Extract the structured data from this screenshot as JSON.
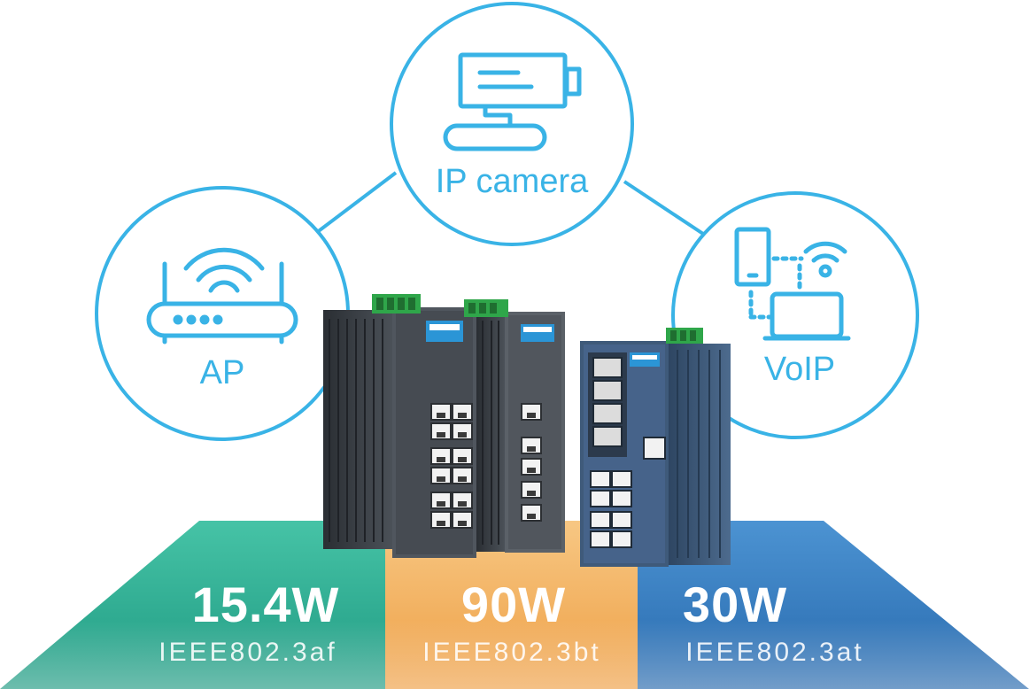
{
  "nodes": {
    "ap": {
      "label": "AP",
      "icon": "wifi-router-icon"
    },
    "ip_camera": {
      "label": "IP camera",
      "icon": "ip-camera-icon"
    },
    "voip": {
      "label": "VoIP",
      "icon": "voip-devices-icon"
    }
  },
  "power_bands": [
    {
      "watt": "15.4W",
      "standard": "IEEE802.3af",
      "color": "#2aa58d"
    },
    {
      "watt": "90W",
      "standard": "IEEE802.3bt",
      "color": "#f0b363"
    },
    {
      "watt": "30W",
      "standard": "IEEE802.3at",
      "color": "#2e78bd"
    }
  ],
  "colors": {
    "accent": "#39b3e6",
    "switch_body": "#3d434b",
    "switch_blue": "#3f5a7a",
    "terminal_green": "#2fa64a"
  }
}
